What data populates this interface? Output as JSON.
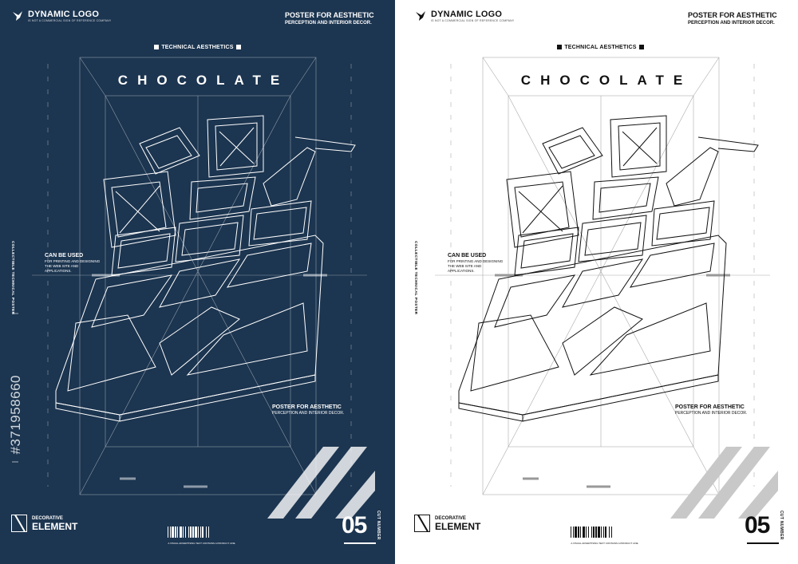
{
  "colors": {
    "navy": "#1c3550",
    "white": "#ffffff",
    "ink": "#111111",
    "stripe_light": "#c8c8c8"
  },
  "posters": [
    {
      "variant": "dark",
      "logo": {
        "title": "DYNAMIC LOGO",
        "subtitle": "IS NOT A COMMERCIAL SIGN OF REFERENCE COMPANY",
        "icon": "bird-logo-icon"
      },
      "header": {
        "line1": "POSTER FOR AESTHETIC",
        "line2": "PERCEPTION AND INTERIOR DECOR."
      },
      "tag": "TECHNICAL AESTHETICS",
      "title": "CHOCOLATE",
      "side_text": "COLLECTIBLE TECHNICAL POSTER",
      "can_be": {
        "heading": "CAN BE USED",
        "text": "FOR PRINTING AND DESIGNING THE WEB SITE AND APPLICATIONS."
      },
      "poster_note": {
        "heading": "POSTER FOR AESTHETIC",
        "text": "PERCEPTION AND INTERIOR DECOR."
      },
      "stock_id": "#371958660",
      "decorative": {
        "line1": "DECORATIVE",
        "line2": "ELEMENT"
      },
      "barcode_caption": "A VISUAL ADVERTISING TEXT CONTAINS A PRODUCT LINE",
      "number": "05",
      "number_label": "CUT NUMBER"
    },
    {
      "variant": "light",
      "logo": {
        "title": "DYNAMIC LOGO",
        "subtitle": "IS NOT A COMMERCIAL SIGN OF REFERENCE COMPANY",
        "icon": "bird-logo-icon"
      },
      "header": {
        "line1": "POSTER FOR AESTHETIC",
        "line2": "PERCEPTION AND INTERIOR DECOR."
      },
      "tag": "TECHNICAL AESTHETICS",
      "title": "CHOCOLATE",
      "side_text": "COLLECTIBLE TECHNICAL POSTER",
      "can_be": {
        "heading": "CAN BE USED",
        "text": "FOR PRINTING AND DESIGNING THE WEB SITE AND APPLICATIONS."
      },
      "poster_note": {
        "heading": "POSTER FOR AESTHETIC",
        "text": "PERCEPTION AND INTERIOR DECOR."
      },
      "decorative": {
        "line1": "DECORATIVE",
        "line2": "ELEMENT"
      },
      "barcode_caption": "A VISUAL ADVERTISING TEXT CONTAINS A PRODUCT LINE",
      "number": "05",
      "number_label": "CUT NUMBER"
    }
  ]
}
